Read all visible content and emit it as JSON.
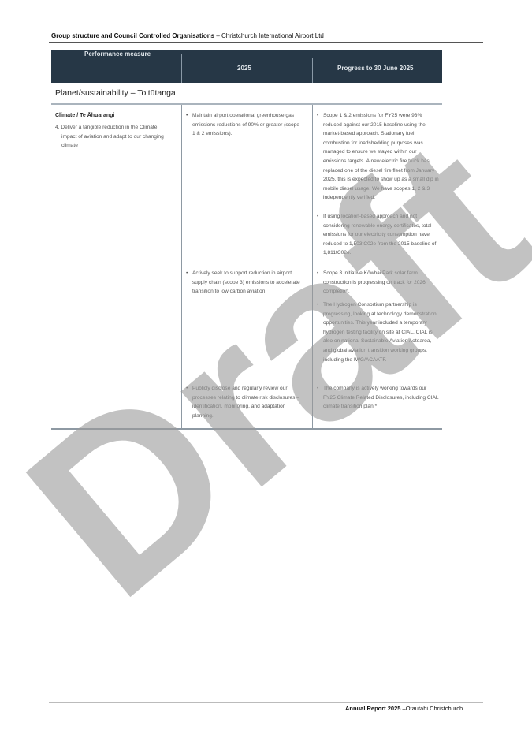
{
  "header": {
    "bold": "Group structure and Council Controlled Organisations",
    "rest": " – Christchurch International Airport Ltd"
  },
  "table": {
    "col1": "Performance measure",
    "col2": "2025",
    "col3": "Progress to 30 June 2025",
    "section": "Planet/sustainability – Toitūtanga",
    "sub": "Climate / Te Āhuarangi",
    "measure": "4. Deliver a tangible reduction in the Climate impact of aviation and adapt to our changing climate",
    "targets": [
      "Maintain airport operational greenhouse gas emissions reductions of 90% or greater (scope 1 & 2 emissions).",
      "Actively seek to support reduction in airport supply chain (scope 3) emissions to accelerate transition to low carbon aviation.",
      "Publicly disclose and regularly review our processes relating to climate risk disclosures – identification, monitoring, and adaptation planning."
    ],
    "progress": [
      "Scope 1 & 2 emissions for FY25 were 93% reduced against our 2015 baseline using the market-based approach. Stationary fuel combustion for loadshedding purposes was managed to ensure we stayed within our emissions targets. A new electric fire truck has replaced one of the diesel fire fleet from January 2025, this is expected to show up as a small dip in mobile diesel usage. We have scopes 1, 2 & 3 independently verified.",
      "If using location-based approach and not considering renewable energy certificates, total emissions for our electricity consumption have reduced to 1,503tC02e from the 2015 baseline of 1,811tC02e.",
      "Scope 3 initiative Kōwhai Park solar farm construction is progressing on track for 2026 completion.",
      "The Hydrogen Consortium partnership is progressing, looking at technology demonstration opportunities. This year included a temporary hydrogen testing facility on site at CIAL. CIAL is also on national Sustainable Aviation Aotearoa, and global aviation transition working groups, including the IWG/ACAATF.",
      "The company is actively working towards our FY25 Climate Related Disclosures, including CIAL climate transition plan.*"
    ]
  },
  "footer": {
    "bold": "Annual Report 2025",
    "rest": " –Ōtautahi Christchurch"
  },
  "watermark": "Draft"
}
